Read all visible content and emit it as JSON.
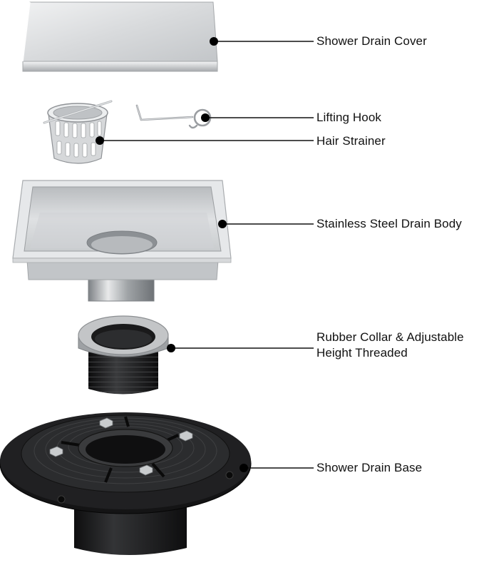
{
  "diagram": {
    "labels": {
      "cover": "Shower Drain Cover",
      "hook": "Lifting Hook",
      "strainer": "Hair Strainer",
      "body": "Stainless Steel Drain Body",
      "collar_line1": "Rubber Collar & Adjustable",
      "collar_line2": "Height Threaded",
      "base": "Shower Drain Base"
    }
  },
  "colors": {
    "steel_light": "#e2e4e6",
    "steel_mid": "#c4c7ca",
    "steel_dark": "#9a9da1",
    "rubber_gray": "#a9abad",
    "plastic_black": "#1c1c1e",
    "leader": "#111111"
  }
}
